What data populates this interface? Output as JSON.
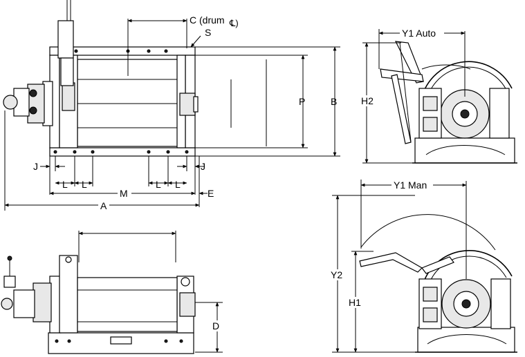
{
  "drawing": {
    "top_view": {
      "labels": {
        "c": "C (drum",
        "c_suffix": "℄)",
        "s": "S",
        "p": "P",
        "b": "B",
        "j_left": "J",
        "j_right": "J",
        "l1": "L",
        "l2": "L",
        "l3": "L",
        "l4": "L",
        "m": "M",
        "e": "E",
        "a": "A"
      }
    },
    "side_auto_view": {
      "labels": {
        "y1_auto": "Y1 Auto",
        "h2": "H2"
      }
    },
    "side_manual_view": {
      "labels": {
        "y1_man": "Y1 Man",
        "y2": "Y2",
        "h1": "H1"
      }
    },
    "front_view": {
      "labels": {
        "d": "D"
      }
    }
  }
}
